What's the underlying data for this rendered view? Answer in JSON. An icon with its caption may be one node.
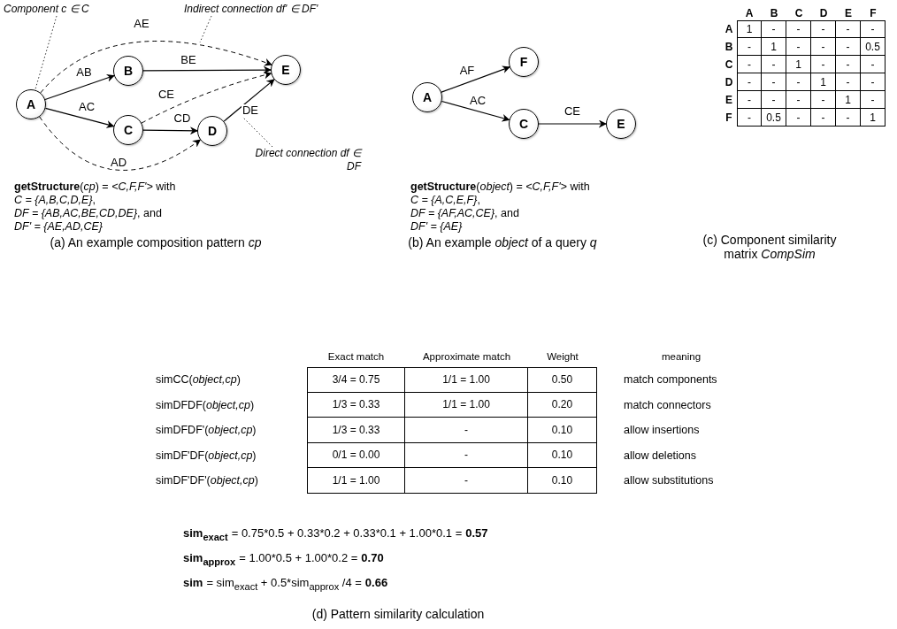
{
  "diagram": {
    "nodes": [
      {
        "text": [
          "A"
        ]
      },
      {
        "text": [
          "B"
        ]
      },
      {
        "text": [
          "C"
        ]
      },
      {
        "text": [
          "D"
        ]
      },
      {
        "text": [
          "E"
        ]
      },
      {
        "text": [
          "Component c ∈ C"
        ]
      },
      {
        "text": [
          "Indirect connection df' ∈ DF'"
        ]
      },
      {
        "text": [
          "Direct connection df ∈ DF"
        ]
      },
      {
        "text": [
          "A"
        ]
      },
      {
        "text": [
          "F"
        ]
      },
      {
        "text": [
          "C"
        ]
      },
      {
        "text": [
          "E"
        ]
      }
    ],
    "edges": [
      {
        "from": 0,
        "to": 1,
        "arrow": "to",
        "label": "AB"
      },
      {
        "from": 0,
        "to": 2,
        "arrow": "to",
        "label": "AC"
      },
      {
        "from": 1,
        "to": 4,
        "arrow": "to",
        "label": "BE"
      },
      {
        "from": 2,
        "to": 3,
        "arrow": "to",
        "label": "CD"
      },
      {
        "from": 3,
        "to": 4,
        "arrow": "to",
        "label": "DE"
      },
      {
        "from": 0,
        "to": 4,
        "arrow": "to",
        "label": "AE",
        "style": "dashed"
      },
      {
        "from": 2,
        "to": 4,
        "arrow": "to",
        "label": "CE",
        "style": "dashed"
      },
      {
        "from": 0,
        "to": 3,
        "arrow": "to",
        "label": "AD",
        "style": "dashed"
      },
      {
        "from": 5,
        "to": 0,
        "arrow": "none",
        "style": "dashed"
      },
      {
        "from": 6,
        "to": null,
        "arrow": "none",
        "style": "dashed"
      },
      {
        "from": 7,
        "to": null,
        "arrow": "none",
        "style": "dashed"
      },
      {
        "from": 8,
        "to": 9,
        "arrow": "to",
        "label": "AF"
      },
      {
        "from": 8,
        "to": 10,
        "arrow": "to",
        "label": "AC"
      },
      {
        "from": 10,
        "to": 11,
        "arrow": "to",
        "label": "CE"
      }
    ],
    "labels": [
      "**getStructure**(*cp*) = *<C,F,F'>* with",
      "*C = {A,B,C,D,E}*,",
      "*DF = {AB,AC,BE,CD,DE}*, and",
      "*DF' = {AE,AD,CE}*",
      "**getStructure**(*object*) = *<C,F,F'>* with",
      "*C = {A,C,E,F}*,",
      "*DF = {AF,AC,CE}*, and",
      "*DF' = {AE}*",
      "(a) An example composition pattern *cp*",
      "(b) An example *object* of a query *q*",
      "(c) Component similarity matrix *CompSim*",
      "A",
      "B",
      "C",
      "D",
      "E",
      "F",
      "A",
      "1",
      "-",
      "-",
      "-",
      "-",
      "-",
      "B",
      "-",
      "1",
      "-",
      "-",
      "-",
      "0.5",
      "C",
      "-",
      "-",
      "1",
      "-",
      "-",
      "-",
      "D",
      "-",
      "-",
      "-",
      "1",
      "-",
      "-",
      "E",
      "-",
      "-",
      "-",
      "-",
      "1",
      "-",
      "F",
      "-",
      "0.5",
      "-",
      "-",
      "-",
      "1",
      "Exact match",
      "Approximate match",
      "Weight",
      "meaning",
      "simCC(*object,cp*)",
      "3/4 = 0.75",
      "1/1 = 1.00",
      "0.50",
      "match components",
      "simDFDF(*object,cp*)",
      "1/3 = 0.33",
      "1/1 = 1.00",
      "0.20",
      "match connectors",
      "simDFDF'(*object,cp*)",
      "1/3 = 0.33",
      "-",
      "0.10",
      "allow insertions",
      "simDF'DF(*object,cp*)",
      "0/1 = 0.00",
      "-",
      "0.10",
      "allow deletions",
      "simDF'DF'(*object,cp*)",
      "1/1 = 1.00",
      "-",
      "0.10",
      "allow substitutions",
      "sim$_{exact}$",
      "= 0.75*0.5 + 0.33*0.2 + 0.33*0.1 + 1.00*0.1 =",
      "0.57",
      "sim$_{approx}$",
      "= 1.00*0.5 + 1.00*0.2 =",
      "0.70",
      "sim",
      "= sim$_{exact}$ + 0.5*sim$_{approx}$ /4 =",
      "0.66",
      "(d) Pattern similarity calculation"
    ]
  }
}
